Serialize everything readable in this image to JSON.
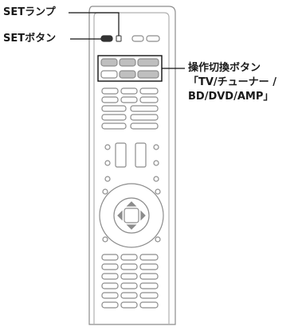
{
  "labels": {
    "set_lamp": "SETランプ",
    "set_button": "SETボタン",
    "mode_buttons_line1": "操作切換ボタン",
    "mode_buttons_line2": "「TV/チューナー /",
    "mode_buttons_line3": "BD/DVD/AMP」"
  },
  "colors": {
    "outline": "#8c8c8c",
    "button_fill": "#d8d8d8",
    "highlight_fill": "#bfbfbf",
    "leader_line": "#111111",
    "set_button_fill": "#333333"
  }
}
